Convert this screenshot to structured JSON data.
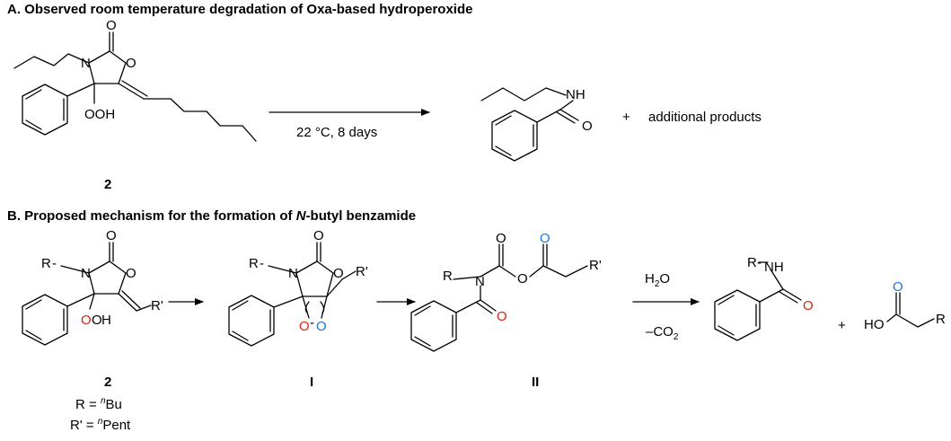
{
  "sections": {
    "a": {
      "prefix": "A. ",
      "title": "Observed room temperature degradation of Oxa-based hydroperoxide"
    },
    "b": {
      "prefix": "B. ",
      "title_before": "Proposed mechanism for the formation of ",
      "title_italic": "N",
      "title_after": "-butyl benzamide"
    }
  },
  "scheme_a": {
    "conditions": "22 °C, 8 days",
    "plus": "+",
    "additional_products": "additional products",
    "compound_label": "2"
  },
  "scheme_b": {
    "compound_labels": [
      "2",
      "I",
      "II"
    ],
    "water": {
      "base": "H",
      "sub": "2",
      "tail": "O"
    },
    "co2": {
      "minus": "–",
      "base": "CO",
      "sub": "2"
    },
    "plus": "+",
    "r_def": {
      "prefix": "R = ",
      "sup": "n",
      "group": "Bu"
    },
    "rprime_def": {
      "prefix": "R' = ",
      "sup": "n",
      "group": "Pent"
    }
  },
  "atoms": {
    "O": "O",
    "N": "N",
    "NH": "NH",
    "OOH": "OOH",
    "R": "R",
    "Rp": "R'",
    "HO": "HO",
    "H": "H",
    "dash": "-"
  },
  "colors": {
    "red_atom": "#d62410",
    "blue_atom": "#1a78d6",
    "ink": "#000000"
  }
}
